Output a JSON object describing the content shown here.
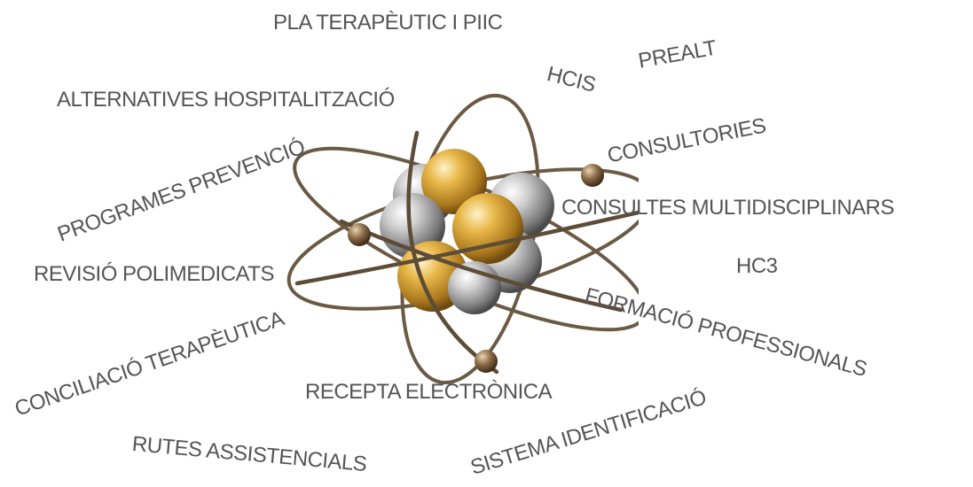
{
  "labels": {
    "pla_terapeutic": "PLA TERAPÈUTIC I PIIC",
    "hcis": "HCIS",
    "prealt": "PREALT",
    "alternatives": "ALTERNATIVES HOSPITALITZACIÓ",
    "consultories": "CONSULTORIES",
    "programes": "PROGRAMES PREVENCIÓ",
    "consultes": "CONSULTES MULTIDISCIPLINARS",
    "hc3": "HC3",
    "revisio": "REVISIÓ POLIMEDICATS",
    "formacio": "FORMACIÓ PROFESSIONALS",
    "conciliacio": "CONCILIACIÓ TERAPÈUTICA",
    "recepta": "RECEPTA ELECTRÒNICA",
    "sistema": "SISTEMA IDENTIFICACIÓ",
    "rutes": "RUTES ASSISTENCIALS"
  },
  "colors": {
    "text": "#555555",
    "orbit": "#6b5a44",
    "gold": "#d9a53a",
    "silver": "#b9b9b9"
  },
  "icon": "atom-icon"
}
